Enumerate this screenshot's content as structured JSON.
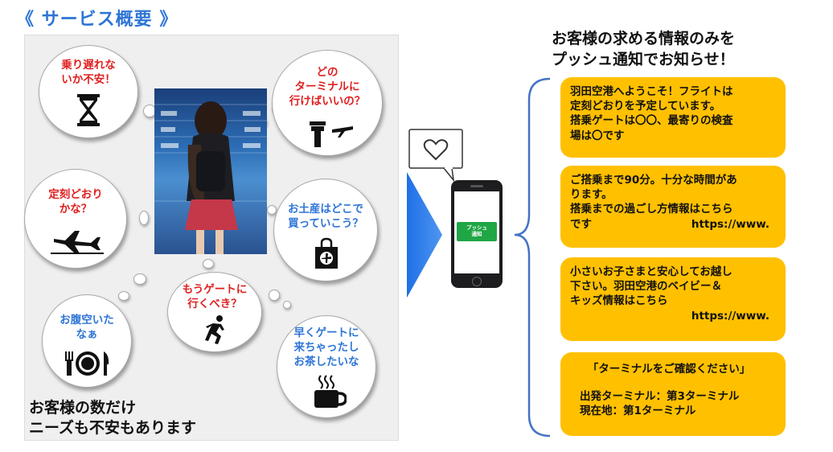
{
  "title": "《 サービス概要 》",
  "left": {
    "bubbles": [
      {
        "line1": "乗り遅れな",
        "line2": "いか不安！",
        "icon": "hourglass-icon"
      },
      {
        "line1": "どの",
        "line2": "ターミナルに",
        "line3": "行けばいいの？",
        "icon": "tower-plane-icon"
      },
      {
        "line1": "定刻どおり",
        "line2": "かな？",
        "icon": "airplane-departure-icon"
      },
      {
        "line1": "お土産はどこで",
        "line2": "買っていこう？",
        "icon": "shopping-bag-icon"
      },
      {
        "line1": "もうゲートに",
        "line2": "行くべき？",
        "icon": "running-person-icon"
      },
      {
        "line1": "お腹空いた",
        "line2": "なぁ",
        "icon": "plate-cutlery-icon"
      },
      {
        "line1": "早くゲートに",
        "line2": "来ちゃったし",
        "line3": "お茶したいな",
        "icon": "hot-cup-icon"
      }
    ],
    "caption_line1": "お客様の数だけ",
    "caption_line2": "ニーズも不安もあります"
  },
  "phone": {
    "button_line1": "プッシュ",
    "button_line2": "通知",
    "heart_icon": "heart-icon"
  },
  "right": {
    "heading_line1": "お客様の求める情報のみを",
    "heading_line2": "プッシュ通知でお知らせ！",
    "cards": [
      {
        "lines": [
          "羽田空港へようこそ！フライトは",
          "定刻どおりを予定しています。",
          "搭乗ゲートは〇〇、最寄りの検査",
          "場は〇です"
        ]
      },
      {
        "lines": [
          "ご搭乗まで90分。十分な時間があ",
          "ります。",
          "搭乗までの過ごし方情報はこちら"
        ],
        "last_left": "です",
        "last_right": "https://www."
      },
      {
        "lines": [
          "小さいお子さまと安心してお越し",
          "下さい。羽田空港のベイビー＆",
          "キッズ情報はこちら"
        ],
        "last_right": "https://www."
      },
      {
        "line1": "「ターミナルをご確認ください」",
        "line2": "出発ターミナル：第3ターミナル",
        "line3": "現在地：第1ターミナル"
      }
    ]
  },
  "colors": {
    "title_blue": "#2E75D6",
    "red_text": "#E02020",
    "blue_text": "#2E75D6",
    "card_yellow": "#FFC000",
    "arrow_blue": "#1F6FE6",
    "phone_button_green": "#1FA645"
  }
}
